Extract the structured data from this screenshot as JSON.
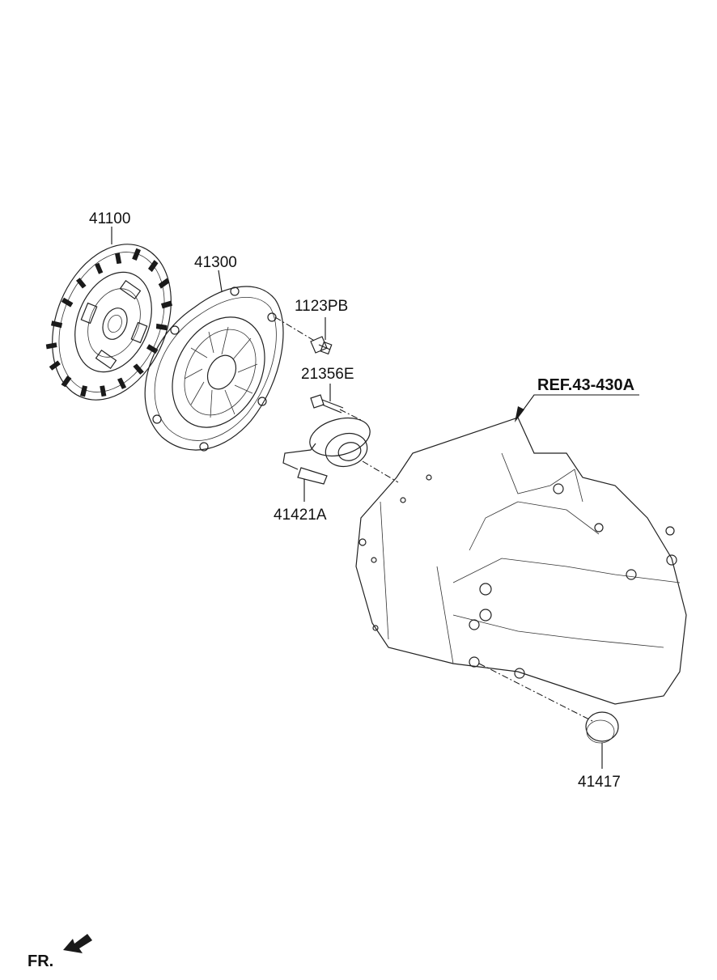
{
  "parts": [
    {
      "id": "clutch-disc",
      "number": "41100"
    },
    {
      "id": "clutch-cover",
      "number": "41300"
    },
    {
      "id": "bolt",
      "number": "1123PB"
    },
    {
      "id": "bolt-2",
      "number": "21356E"
    },
    {
      "id": "release-cylinder",
      "number": "41421A"
    },
    {
      "id": "cap",
      "number": "41417"
    }
  ],
  "reference": {
    "label": "REF.43-430A"
  },
  "direction": {
    "label": "FR."
  },
  "colors": {
    "line": "#222222",
    "label": "#111111",
    "background": "#ffffff"
  }
}
